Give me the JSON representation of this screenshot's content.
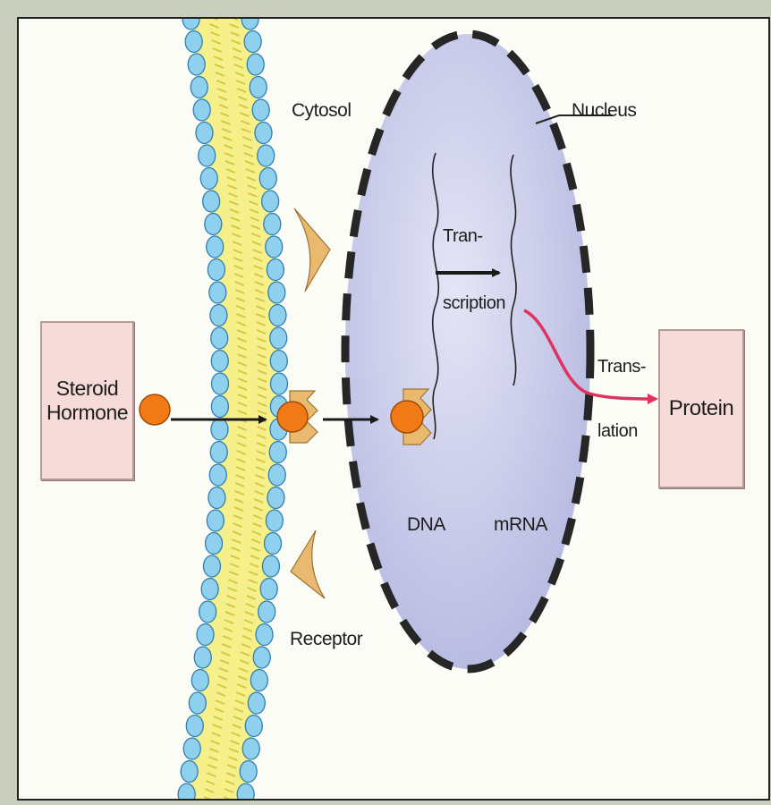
{
  "labels": {
    "cytosol": "Cytosol",
    "nucleus": "Nucleus",
    "transcription_1": "Tran-",
    "transcription_2": "scription",
    "translation_1": "Trans-",
    "translation_2": "lation",
    "dna": "DNA",
    "mrna": "mRNA",
    "receptor": "Receptor"
  },
  "boxes": {
    "steroid_hormone_line1": "Steroid",
    "steroid_hormone_line2": "Hormone",
    "protein": "Protein"
  },
  "colors": {
    "lipid_head": "#8fd0ef",
    "membrane_core": "#f5f08a",
    "hormone": "#f07a16",
    "receptor": "#e8b96f",
    "nucleus": "#c9cbe9",
    "translation_arrow": "#e0325e",
    "box_fill": "#f7dbd9"
  },
  "icons": {
    "membrane": "lipid-bilayer",
    "hormone": "orange-circle",
    "receptor": "crescent-receptor"
  }
}
